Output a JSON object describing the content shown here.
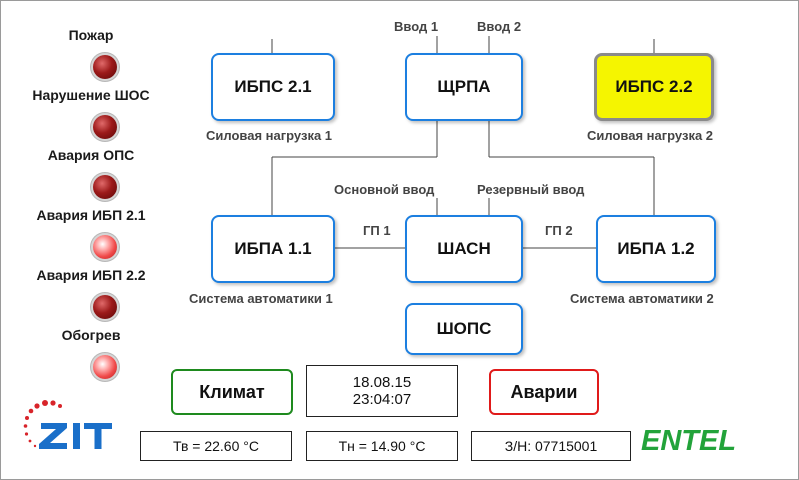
{
  "alarms": [
    {
      "label": "Пожар",
      "state": "off"
    },
    {
      "label": "Нарушение ШОС",
      "state": "off"
    },
    {
      "label": "Авария ОПС",
      "state": "off"
    },
    {
      "label": "Авария ИБП 2.1",
      "state": "on"
    },
    {
      "label": "Авария ИБП 2.2",
      "state": "off"
    },
    {
      "label": "Обогрев",
      "state": "on"
    }
  ],
  "nodes": {
    "ibps21": "ИБПС 2.1",
    "shchrpa": "ЩРПА",
    "ibps22": "ИБПС 2.2",
    "ibpa11": "ИБПА 1.1",
    "shasn": "ШАСН",
    "ibpa12": "ИБПА 1.2",
    "shops": "ШОПС"
  },
  "labels": {
    "vvod1": "Ввод 1",
    "vvod2": "Ввод 2",
    "load1": "Силовая нагрузка 1",
    "load2": "Силовая нагрузка 2",
    "main_input": "Основной ввод",
    "reserve_input": "Резервный ввод",
    "gp1": "ГП 1",
    "gp2": "ГП 2",
    "auto1": "Система автоматики 1",
    "auto2": "Система автоматики 2"
  },
  "buttons": {
    "climate": "Климат",
    "alarms": "Аварии"
  },
  "datetime": {
    "date": "18.08.15",
    "time": "23:04:07"
  },
  "readouts": {
    "tv": "Тв = 22.60 °C",
    "tn": "Тн = 14.90 °C",
    "serial": "З/Н: 07715001"
  },
  "logos": {
    "left": "ZIT",
    "right": "ENTEL"
  },
  "colors": {
    "node_border": "#1c7fe0",
    "highlight_fill": "#f5f500",
    "climate_border": "#1e8a1e",
    "alarms_border": "#e01a1a",
    "entel": "#22a33a",
    "zit_blue": "#1a6fc9",
    "zit_red": "#d8242a"
  }
}
